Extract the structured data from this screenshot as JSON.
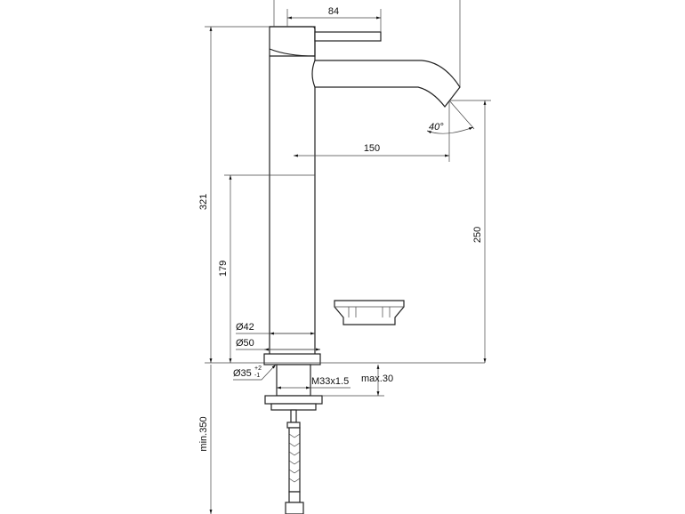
{
  "drawing": {
    "title": "Basin mixer tall - dimension drawing",
    "dimensions": {
      "lever_length": "84",
      "spout_angle": "40°",
      "spout_reach": "150",
      "total_height": "321",
      "body_height": "179",
      "spout_outlet_height": "250",
      "body_diameter": "Ø42",
      "flange_diameter": "Ø50",
      "hole_diameter": "Ø35",
      "hole_tol_plus": "+2",
      "hole_tol_minus": "-1",
      "thread": "M33x1.5",
      "max_deck": "max.30",
      "min_hose": "min.350"
    }
  }
}
